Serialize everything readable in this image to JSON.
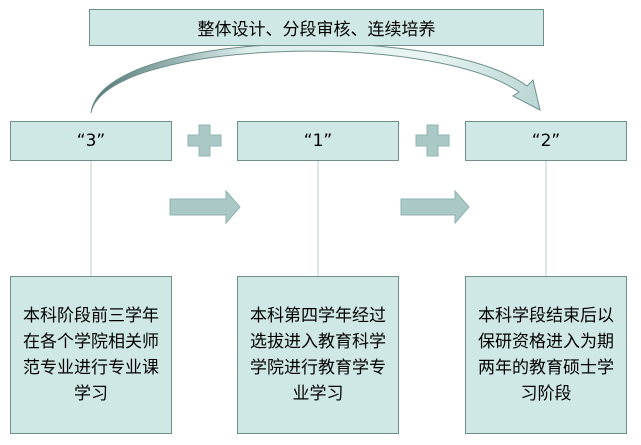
{
  "title": "整体设计、分段审核、连续培养",
  "stages": [
    {
      "label": "“3”",
      "description": "本科阶段前三学年在各个学院相关师范专业进行专业课学习"
    },
    {
      "label": "“1”",
      "description": "本科第四学年经过选拔进入教育科学学院进行教育学专业学习"
    },
    {
      "label": "“2”",
      "description": "本科学段结束后以保研资格进入为期两年的教育硕士学习阶段"
    }
  ],
  "colors": {
    "box_fill": "#cfe8e6",
    "box_border": "#6f8f8d",
    "connector": "#a9c8c6",
    "arc_light": "#d9ecea",
    "arc_dark": "#4f7573"
  }
}
